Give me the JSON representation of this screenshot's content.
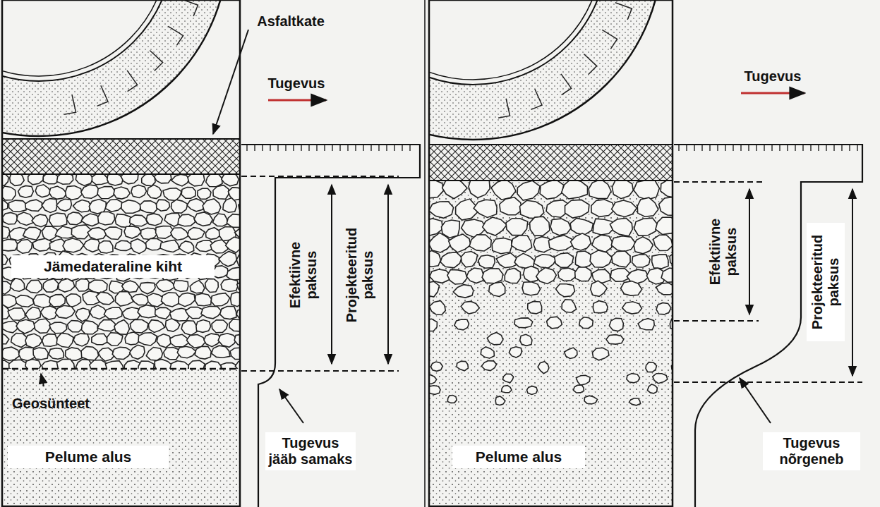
{
  "diagram": {
    "labels": [
      "Asfaltkate",
      "Tugevus",
      "Jämedateraline kiht",
      "Efektiivne paksus",
      "Projekteeritud paksus",
      "Geosünteet",
      "Pelume alus",
      "Tugevus jääb samaks",
      "Tugevus",
      "Efektiivne paksus",
      "Projekteeritud paksus",
      "Pelume alus",
      "Tugevus nõrgeneb"
    ]
  }
}
